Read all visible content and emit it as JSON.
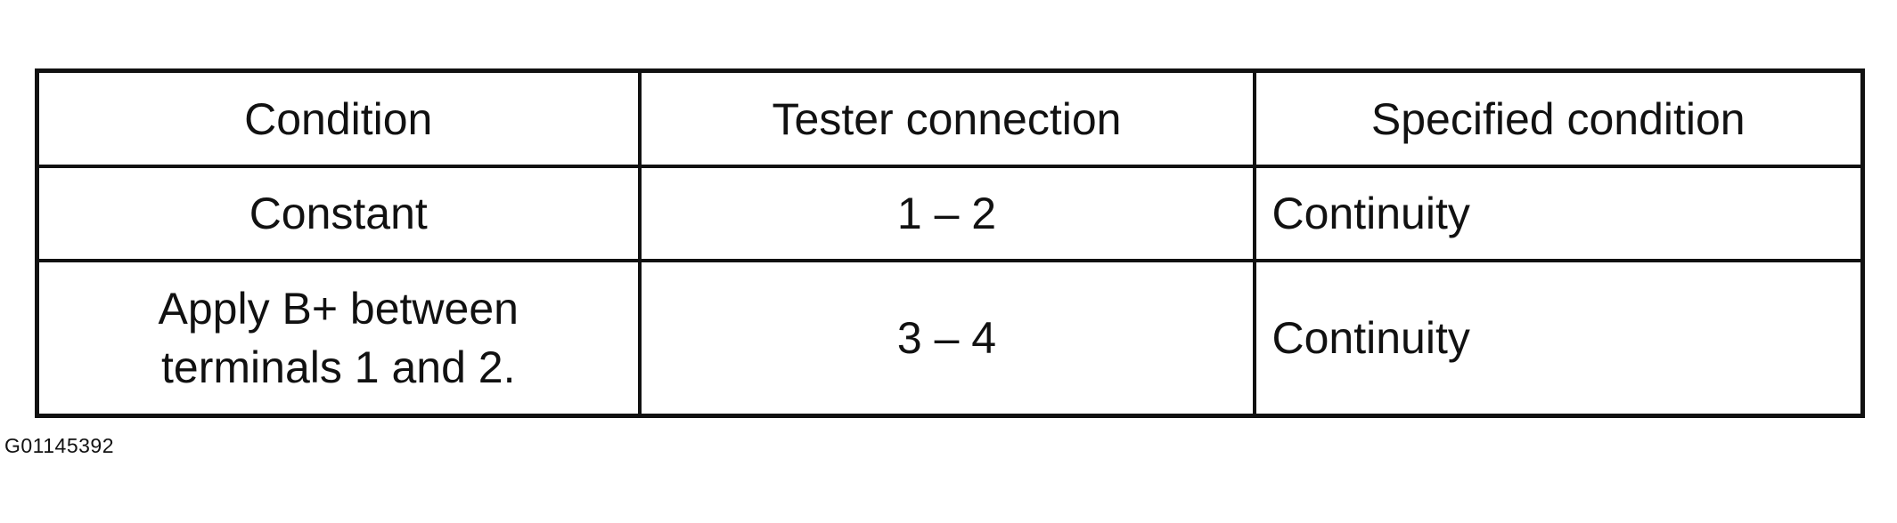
{
  "table": {
    "headers": [
      "Condition",
      "Tester connection",
      "Specified condition"
    ],
    "rows": [
      {
        "condition": [
          "Constant"
        ],
        "tester_connection": "1 – 2",
        "specified_condition": "Continuity"
      },
      {
        "condition": [
          "Apply B+ between",
          "terminals 1 and 2."
        ],
        "tester_connection": "3 – 4",
        "specified_condition": "Continuity"
      }
    ]
  },
  "figure_code": "G01145392",
  "colors": {
    "ink": "#111111",
    "background": "#ffffff"
  }
}
